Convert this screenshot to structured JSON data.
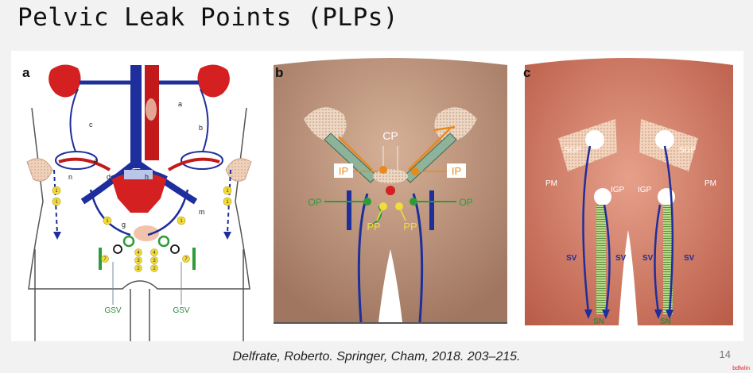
{
  "slide": {
    "title": "Pelvic Leak Points (PLPs)"
  },
  "panels": {
    "a": {
      "letter": "a",
      "vessel_labels": [
        "a",
        "b",
        "c",
        "d",
        "e",
        "h",
        "n",
        "g",
        "m"
      ],
      "markers_left": [
        "1",
        "1",
        "1"
      ],
      "markers_right": [
        "1",
        "1",
        "1"
      ],
      "stack_left": [
        "4",
        "3",
        "2"
      ],
      "stack_right": [
        "4",
        "3",
        "2"
      ],
      "side_markers": [
        "7",
        "7"
      ],
      "gsv_left": "GSV",
      "gsv_right": "GSV"
    },
    "b": {
      "letter": "b",
      "cp": "CP",
      "ip_left": "IP",
      "ip_right": "IP",
      "op_left": "OP",
      "op_right": "OP",
      "pp_left": "PP",
      "pp_right": "PP"
    },
    "c": {
      "letter": "c",
      "sgp_left": "SGP",
      "sgp_right": "SGP",
      "pm_left": "PM",
      "pm_right": "PM",
      "igp_left": "IGP",
      "igp_right": "IGP",
      "sv": [
        "SV",
        "SV",
        "SV",
        "SV"
      ],
      "sn_left": "SN",
      "sn_right": "SN"
    }
  },
  "citation": "Delfrate, Roberto. Springer, Cham, 2018. 203–215.",
  "page_number": "14",
  "watermark": "bdfwlin"
}
